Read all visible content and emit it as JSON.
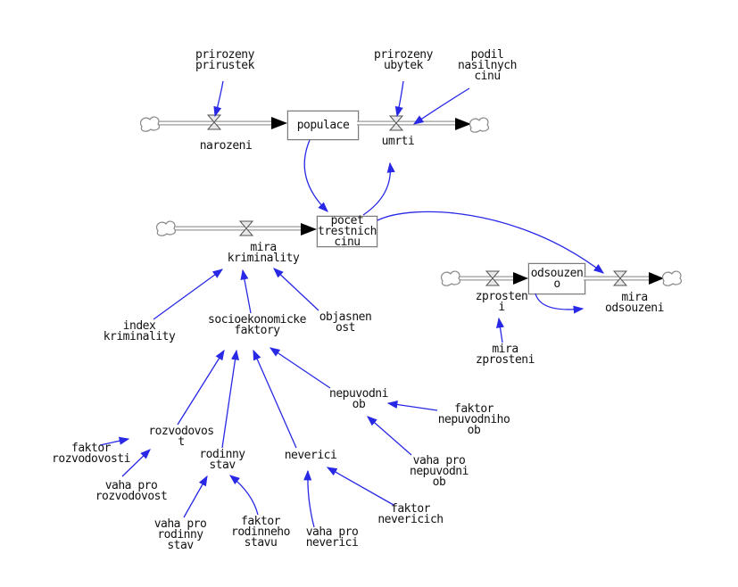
{
  "diagram_type": "stock-and-flow system dynamics model",
  "colors": {
    "link": "#2828e6",
    "flow_pipe": "#9a9a9a",
    "stock_border": "#7a7a7a",
    "text": "#111111",
    "background": "#ffffff"
  },
  "nodes": {
    "populace": {
      "label": "populace",
      "type": "stock"
    },
    "pocet_trestnich_cinu": {
      "label": "pocet\ntrestnich\ncinu",
      "type": "stock"
    },
    "odsouzeno": {
      "label": "odsouzen\no",
      "type": "stock"
    },
    "narozeni": {
      "label": "narozeni",
      "type": "flow"
    },
    "umrti": {
      "label": "umrti",
      "type": "flow"
    },
    "mira_kriminality": {
      "label": "mira\nkriminality",
      "type": "flow"
    },
    "zprosteni": {
      "label": "zprosten\ni",
      "type": "flow"
    },
    "mira_odsouzeni": {
      "label": "mira\nodsouzeni",
      "type": "flow"
    },
    "prirozeny_prirustek": {
      "label": "prirozeny\nprirustek",
      "type": "variable"
    },
    "prirozeny_ubytek": {
      "label": "prirozeny\nubytek",
      "type": "variable"
    },
    "podil_nasilnych_cinu": {
      "label": "podil\nnasilnych\ncinu",
      "type": "variable"
    },
    "mira_zprosteni": {
      "label": "mira\nzprosteni",
      "type": "variable"
    },
    "index_kriminality": {
      "label": "index\nkriminality",
      "type": "variable"
    },
    "socioekonomicke_faktory": {
      "label": "socioekonomicke\nfaktory",
      "type": "variable"
    },
    "objasnenost": {
      "label": "objasnen\nost",
      "type": "variable"
    },
    "nepuvodni_ob": {
      "label": "nepuvodni\nob",
      "type": "variable"
    },
    "faktor_nepuvodniho_ob": {
      "label": "faktor\nnepuvodniho\nob",
      "type": "variable"
    },
    "vaha_pro_nepuvodni_ob": {
      "label": "vaha pro\nnepuvodni\nob",
      "type": "variable"
    },
    "neverici": {
      "label": "neverici",
      "type": "variable"
    },
    "rozvodovost": {
      "label": "rozvodovos\nt",
      "type": "variable"
    },
    "faktor_rozvodovosti": {
      "label": "faktor\nrozvodovosti",
      "type": "variable"
    },
    "vaha_pro_rozvodovost": {
      "label": "vaha pro\nrozvodovost",
      "type": "variable"
    },
    "rodinny_stav": {
      "label": "rodinny\nstav",
      "type": "variable"
    },
    "vaha_pro_rodinny_stav": {
      "label": "vaha pro\nrodinny\nstav",
      "type": "variable"
    },
    "faktor_rodinneho_stavu": {
      "label": "faktor\nrodinneho\nstavu",
      "type": "variable"
    },
    "vaha_pro_neverici": {
      "label": "vaha pro\nneverici",
      "type": "variable"
    },
    "faktor_nevericich": {
      "label": "faktor\nnevericich",
      "type": "variable"
    }
  }
}
